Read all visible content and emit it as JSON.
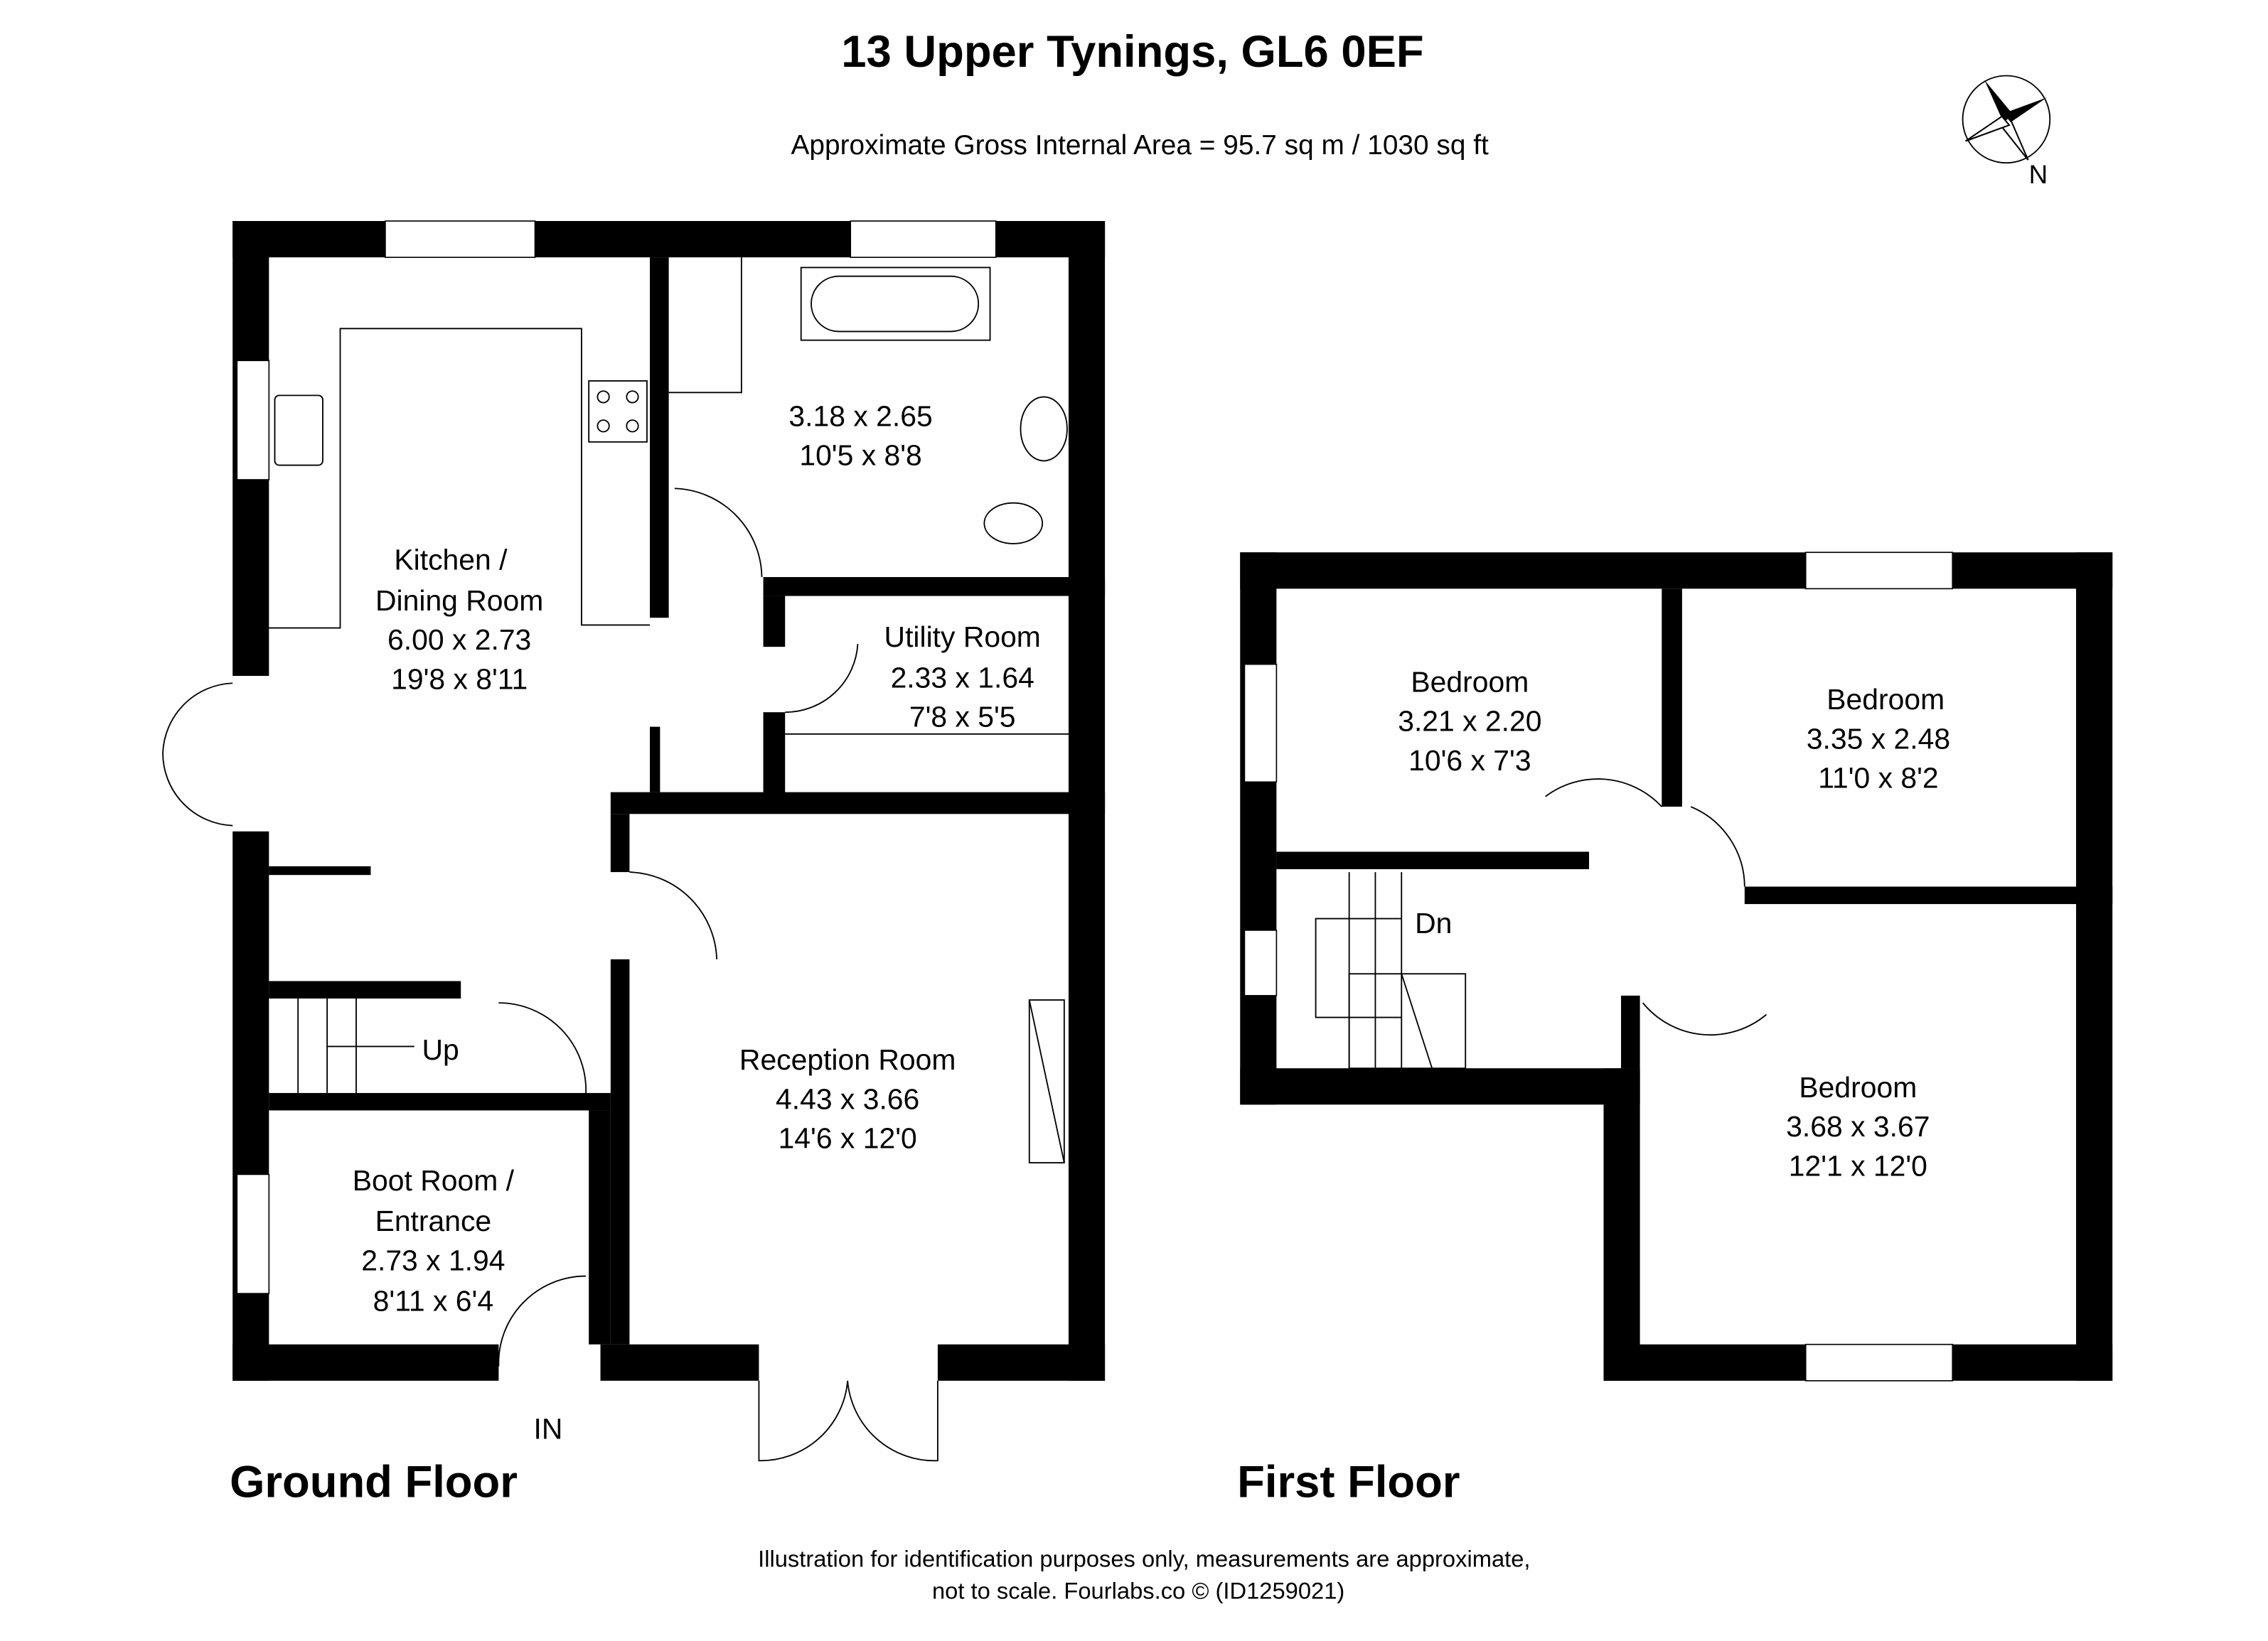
{
  "header": {
    "title": "13 Upper Tynings, GL6 0EF",
    "area": "Approximate Gross Internal Area = 95.7 sq m / 1030 sq ft",
    "compass_label": "N"
  },
  "ground_floor": {
    "label": "Ground Floor",
    "entrance_label": "IN",
    "stairs_label": "Up",
    "rooms": [
      {
        "name": "Kitchen /",
        "name2": "Dining Room",
        "metric": "6.00 x 2.73",
        "imperial": "19'8 x 8'11"
      },
      {
        "name": "",
        "metric": "3.18 x 2.65",
        "imperial": "10'5 x 8'8"
      },
      {
        "name": "Utility Room",
        "metric": "2.33 x 1.64",
        "imperial": "7'8 x 5'5"
      },
      {
        "name": "Reception Room",
        "metric": "4.43 x 3.66",
        "imperial": "14'6 x 12'0"
      },
      {
        "name": "Boot Room /",
        "name2": "Entrance",
        "metric": "2.73 x 1.94",
        "imperial": "8'11 x 6'4"
      }
    ]
  },
  "first_floor": {
    "label": "First Floor",
    "stairs_label": "Dn",
    "rooms": [
      {
        "name": "Bedroom",
        "metric": "3.21 x 2.20",
        "imperial": "10'6 x 7'3"
      },
      {
        "name": "Bedroom",
        "metric": "3.35 x 2.48",
        "imperial": "11'0 x 8'2"
      },
      {
        "name": "Bedroom",
        "metric": "3.68 x 3.67",
        "imperial": "12'1 x 12'0"
      }
    ]
  },
  "footer": {
    "line1": "Illustration for identification purposes only, measurements are approximate,",
    "line2": "not to scale. Fourlabs.co © (ID1259021)"
  }
}
